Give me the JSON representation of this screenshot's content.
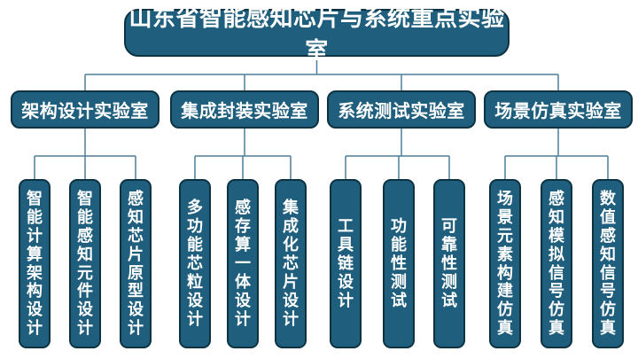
{
  "root_label": "山东省智能感知芯片与系统重点实验室",
  "groups": [
    {
      "label": "架构设计实验室",
      "children": [
        "智能计算架构设计",
        "智能感知元件设计",
        "感知芯片原型设计"
      ]
    },
    {
      "label": "集成封装实验室",
      "children": [
        "多功能芯粒设计",
        "感存算一体设计",
        "集成化芯片设计"
      ]
    },
    {
      "label": "系统测试实验室",
      "children": [
        "工具链设计",
        "功能性测试",
        "可靠性测试"
      ]
    },
    {
      "label": "场景仿真实验室",
      "children": [
        "场景元素构建仿真",
        "感知模拟信号仿真",
        "数值感知信号仿真"
      ]
    }
  ],
  "colors": {
    "box_fill": "#1f5e7c",
    "box_border": "#0d3242",
    "text": "#ffffff",
    "connector": "#4d7f98",
    "background": "#ffffff"
  }
}
